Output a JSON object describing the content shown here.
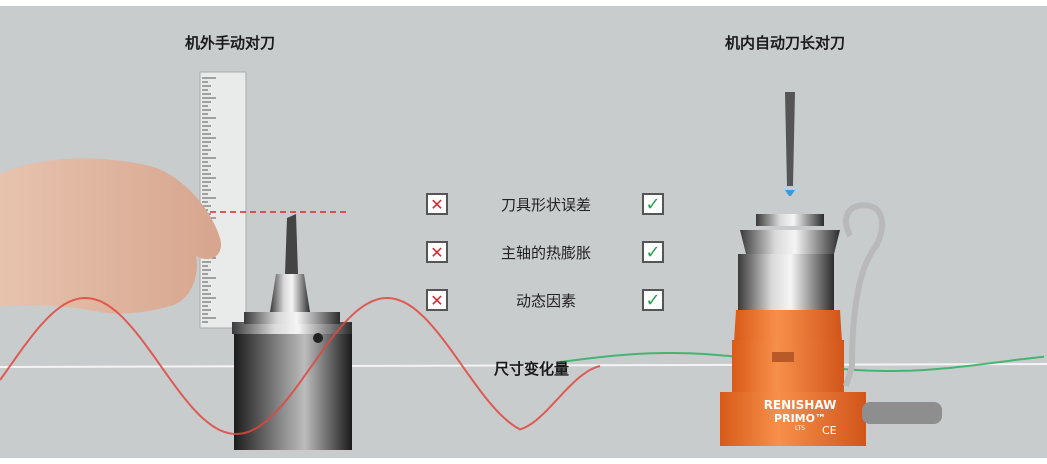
{
  "left": {
    "title": "机外手动对刀"
  },
  "right": {
    "title": "机内自动刀长对刀",
    "brand": "RENISHAW",
    "product": "PRIMO™",
    "model": "LTS",
    "mark": "CE"
  },
  "factors": [
    {
      "label": "刀具形状误差",
      "manual": "fail",
      "auto": "pass"
    },
    {
      "label": "主轴的热膨胀",
      "manual": "fail",
      "auto": "pass"
    },
    {
      "label": "动态因素",
      "manual": "fail",
      "auto": "pass"
    }
  ],
  "icons": {
    "fail": "cross-icon",
    "pass": "check-icon"
  },
  "center_label": "尺寸变化量",
  "colors": {
    "background": "#c9cccd",
    "manual_wave": "#e0473f",
    "auto_wave": "#2fae63",
    "probe_orange": "#f07a2e",
    "fail": "#d7282f",
    "pass": "#2aa14a"
  }
}
